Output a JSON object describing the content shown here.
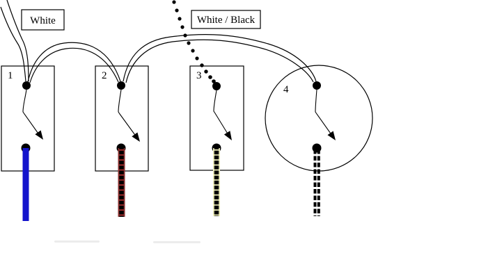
{
  "labels": {
    "white": "White",
    "white_black": "White / Black"
  },
  "switches": [
    {
      "label": "1",
      "enclosure": "rectangle",
      "drop_wire": "solid blue"
    },
    {
      "label": "2",
      "enclosure": "rectangle",
      "drop_wire": "black with red ladder stripes"
    },
    {
      "label": "3",
      "enclosure": "rectangle",
      "drop_wire": "black with pale-yellow ladder stripes"
    },
    {
      "label": "4",
      "enclosure": "circle",
      "drop_wire": "black dashed double line"
    }
  ],
  "colors": {
    "ink": "#000000",
    "background": "#ffffff",
    "wire_blue": "#1414cc",
    "wire_red_rail": "#8b3332",
    "wire_red_rung": "#c03232",
    "wire_yellow": "#ffffc8"
  }
}
